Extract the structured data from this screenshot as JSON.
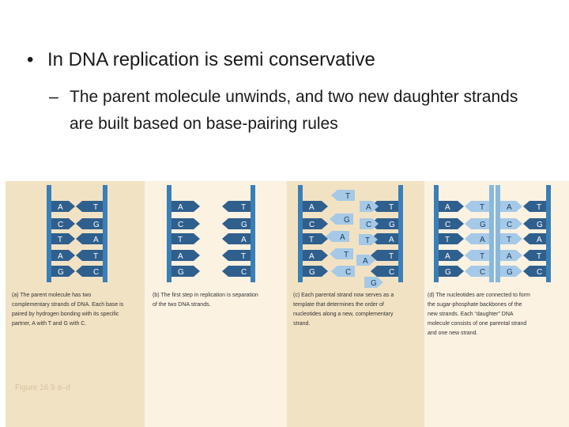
{
  "slide": {
    "bullet_symbol": "•",
    "bullet_text": "In DNA replication is semi conservative",
    "sub_symbol": "–",
    "sub_text": "The parent molecule unwinds, and two new daughter strands are built based on base-pairing rules"
  },
  "figure": {
    "label": "Figure 16.9 a–d",
    "panels": [
      {
        "caption": "(a) The parent molecule has two complementary strands of DNA. Each base is paired by hydrogen bonding with its specific partner, A with T and G with C.",
        "left": [
          "A",
          "C",
          "T",
          "A",
          "G"
        ],
        "right": [
          "T",
          "G",
          "A",
          "T",
          "C"
        ]
      },
      {
        "caption": "(b) The first step in replication is separation of the two DNA strands.",
        "left": [
          "A",
          "C",
          "T",
          "A",
          "G"
        ],
        "right": [
          "T",
          "G",
          "A",
          "T",
          "C"
        ]
      },
      {
        "caption": "(c) Each parental strand now serves as a template that determines the order of nucleotides along a new, complementary strand.",
        "left": [
          "A",
          "C",
          "T",
          "A",
          "G"
        ],
        "new_left": [
          "T",
          "G",
          "A",
          "T",
          "C"
        ],
        "new_right": [
          "A",
          "C",
          "T",
          "A",
          "G"
        ],
        "right": [
          "T",
          "G",
          "A",
          "T",
          "C"
        ]
      },
      {
        "caption": "(d) The nucleotides are connected to form the sugar-phosphate backbones of the new strands. Each “daughter” DNA molecule consists of one parental strand and one new strand.",
        "left": [
          "A",
          "C",
          "T",
          "A",
          "G"
        ],
        "new_left": [
          "T",
          "G",
          "A",
          "T",
          "C"
        ],
        "new_right": [
          "A",
          "C",
          "T",
          "A",
          "G"
        ],
        "right": [
          "T",
          "G",
          "A",
          "T",
          "C"
        ]
      }
    ],
    "colors": {
      "backbone": "#3a7fb6",
      "new_backbone": "#89b8dc",
      "base": "#2f5f8d",
      "new_base": "#a5c9e6",
      "text_light": "#ffffff",
      "text_dark": "#1b3f63"
    }
  }
}
